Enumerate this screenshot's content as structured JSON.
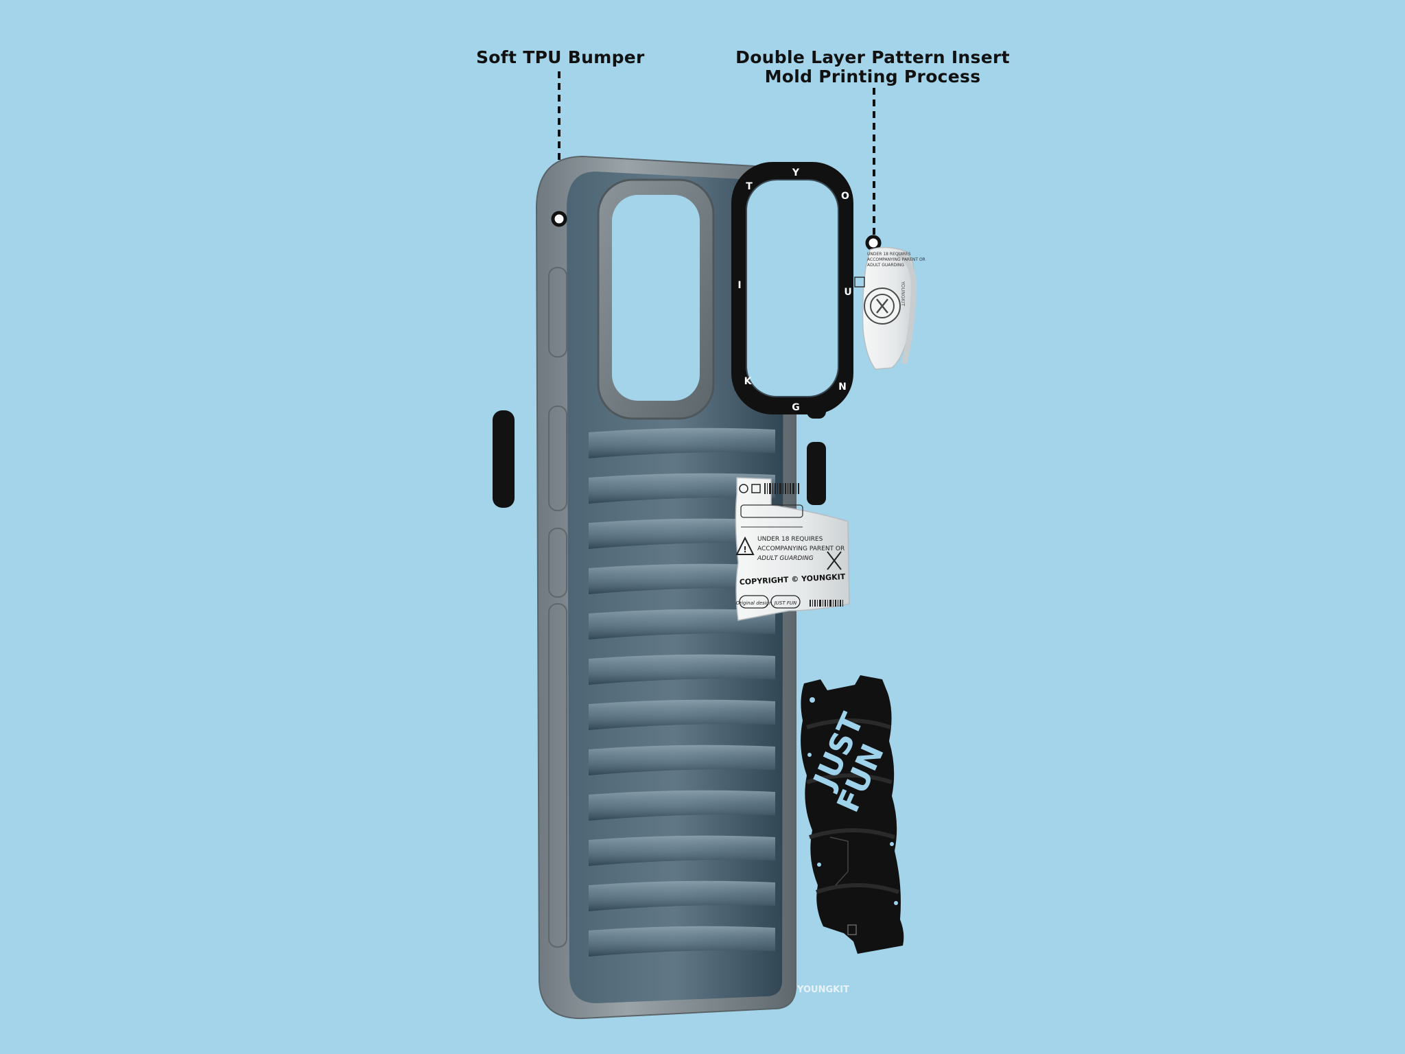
{
  "callouts": {
    "tpu_bumper": {
      "label": "Soft TPU Bumper"
    },
    "pattern_insert": {
      "line1": "Double Layer Pattern Insert",
      "line2": "Mold Printing Process"
    }
  },
  "camera_ring": {
    "letters": [
      "Y",
      "O",
      "U",
      "N",
      "G",
      "K",
      "I",
      "T"
    ]
  },
  "sticker_card": {
    "warning_line1": "UNDER 18 REQUIRES",
    "warning_line2": "ACCOMPANYING PARENT OR",
    "warning_line3": "ADULT GUARDING",
    "copyright": "COPYRIGHT © YOUNGKIT",
    "tag_left": "Original design",
    "tag_right": "JUST FUN"
  },
  "small_sticker": {
    "text_line1": "UNDER 18 REQUIRES",
    "text_line2": "ACCOMPANYING PARENT OR",
    "text_line3": "ADULT GUARDING",
    "side_text": "YOUNGKIT"
  },
  "black_insert": {
    "line1": "JUST",
    "line2": "FUN"
  },
  "brand_mark": "YOUNGKIT",
  "colors": {
    "background": "#A3D4EA",
    "case_frame": "#7E878C",
    "case_back": "#3E5563",
    "label_text": "#111111",
    "insert_black": "#111111",
    "sticker_white": "#EDEFF0",
    "accent_blue": "#9FD3EC"
  }
}
